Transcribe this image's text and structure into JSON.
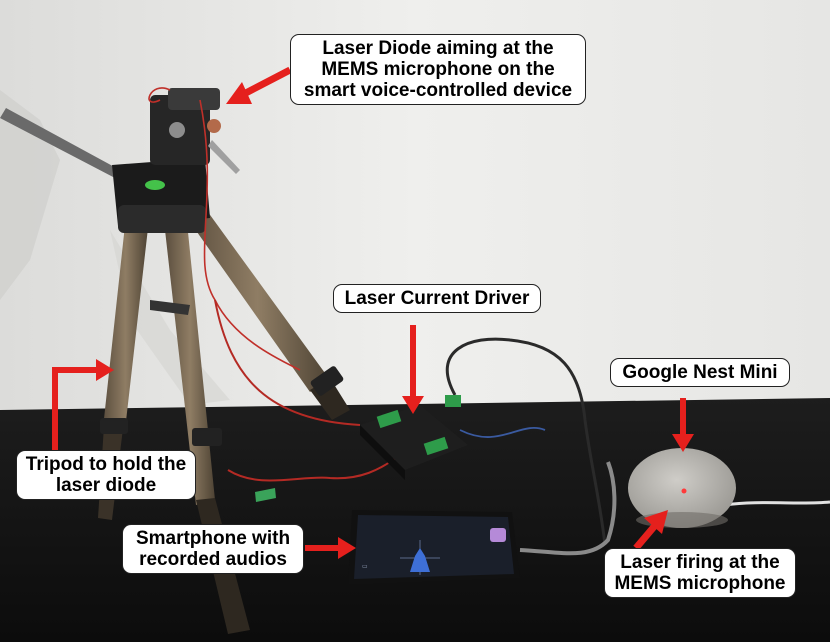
{
  "callouts": {
    "laser_diode": {
      "lines": [
        "Laser Diode aiming at the",
        "MEMS microphone on the",
        "smart voice-controlled device"
      ]
    },
    "current_driver": {
      "lines": [
        "Laser Current Driver"
      ]
    },
    "nest_mini": {
      "lines": [
        "Google Nest Mini"
      ]
    },
    "tripod": {
      "lines": [
        "Tripod to hold the",
        "laser diode"
      ]
    },
    "smartphone": {
      "lines": [
        "Smartphone with",
        "recorded audios"
      ]
    },
    "laser_firing": {
      "lines": [
        "Laser firing at the",
        "MEMS microphone"
      ]
    }
  },
  "colors": {
    "arrow": "#e5201d",
    "wall": "#ebebe9",
    "table": "#121212",
    "tripod_leg": "#7a6a55",
    "nest": "#b9b7b2",
    "laser_dot": "#ff3a3a"
  }
}
